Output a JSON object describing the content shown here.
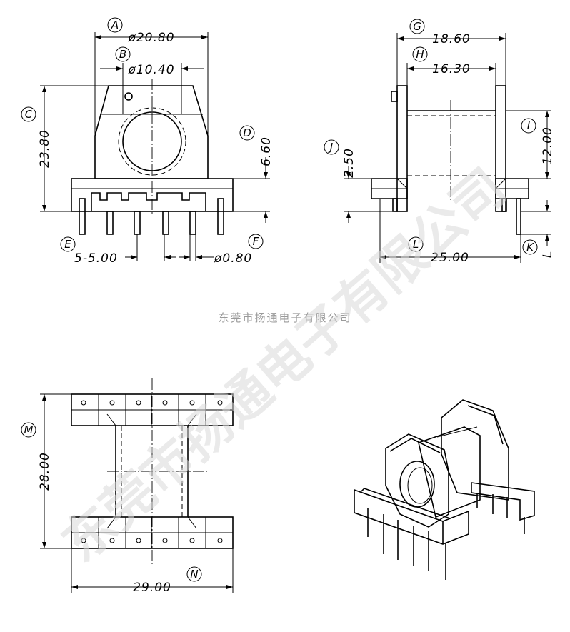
{
  "front_view": {
    "tag_a": "A",
    "dim_a": "ø20.80",
    "tag_b": "B",
    "dim_b": "ø10.40",
    "tag_c": "C",
    "dim_c": "23.80",
    "tag_d": "D",
    "dim_d": "6.60",
    "tag_e": "E",
    "dim_e": "5-5.00",
    "tag_f": "F",
    "dim_f": "ø0.80"
  },
  "side_view": {
    "tag_g": "G",
    "dim_g": "18.60",
    "tag_h": "H",
    "dim_h": "16.30",
    "tag_i": "I",
    "dim_i": "12.00",
    "tag_j": "J",
    "dim_j": "2.50",
    "tag_k": "K",
    "dim_k": "L",
    "tag_l": "L",
    "dim_l": "25.00"
  },
  "top_view": {
    "tag_m": "M",
    "dim_m": "28.00",
    "tag_n": "N",
    "dim_n": "29.00"
  },
  "watermark": {
    "company_small": "东莞市扬通电子有限公司",
    "company_large": "东莞市扬通电子有限公司"
  }
}
